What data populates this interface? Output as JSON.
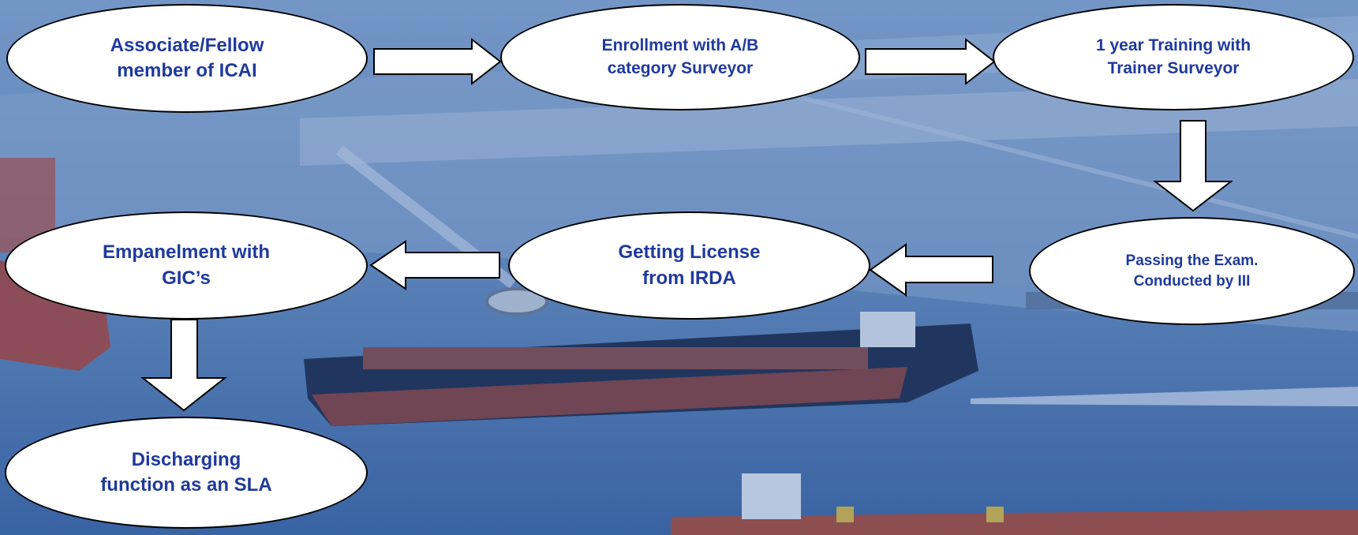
{
  "nodes": {
    "associate": "Associate/Fellow\nmember of ICAI",
    "enrollment": "Enrollment with A/B\ncategory Surveyor",
    "training": "1 year Training with\nTrainer Surveyor",
    "exam": "Passing the Exam.\nConducted by III",
    "license": "Getting License\nfrom IRDA",
    "empanelment": "Empanelment with\nGIC’s",
    "discharging": "Discharging\nfunction as an SLA"
  },
  "colors": {
    "node_fill": "#ffffff",
    "node_border": "#000000",
    "node_text": "#1f3a9c",
    "arrow_fill": "#ffffff",
    "arrow_stroke": "#000000"
  }
}
